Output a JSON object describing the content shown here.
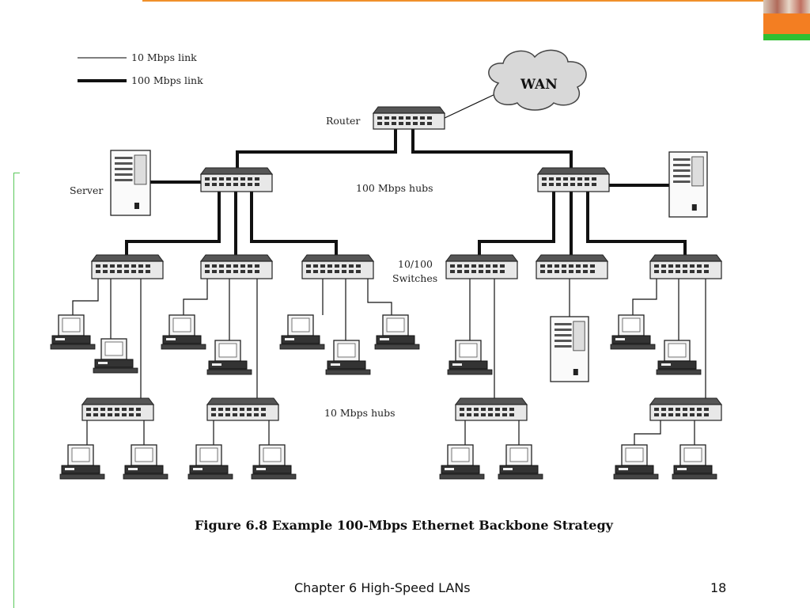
{
  "legend": {
    "thin_label": "10 Mbps link",
    "thick_label": "100 Mbps link"
  },
  "labels": {
    "wan": "WAN",
    "router": "Router",
    "server": "Server",
    "hubs_100": "100 Mbps hubs",
    "switches_line1": "10/100",
    "switches_line2": "Switches",
    "hubs_10": "10 Mbps hubs"
  },
  "caption": "Figure 6.8  Example 100-Mbps Ethernet Backbone Strategy",
  "footer": {
    "title": "Chapter 6 High-Speed LANs",
    "page": "18"
  },
  "colors": {
    "accent_orange": "#f37e22",
    "accent_green": "#2fbf32"
  }
}
